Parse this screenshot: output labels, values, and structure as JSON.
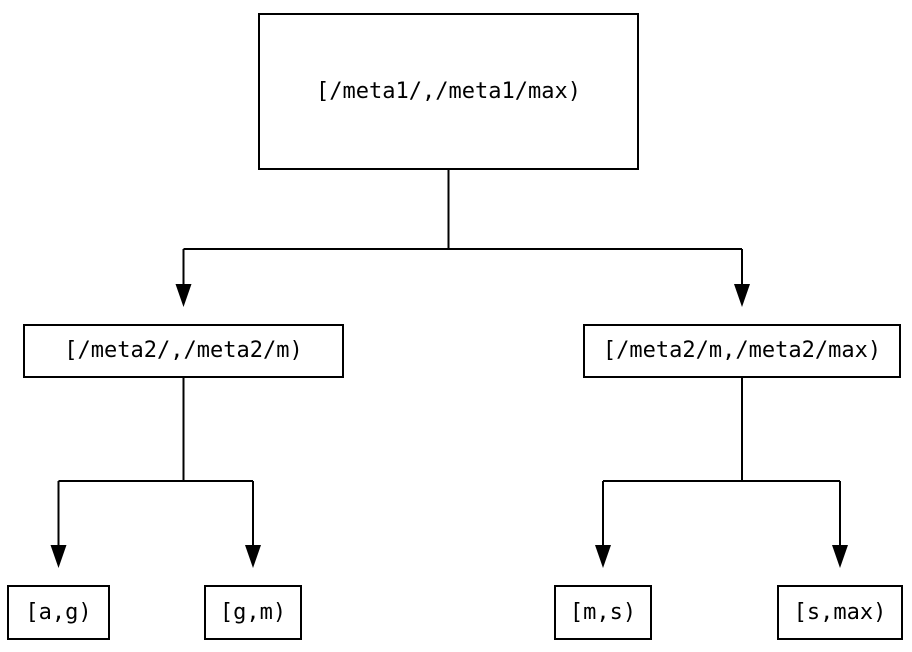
{
  "diagram": {
    "type": "tree",
    "nodes": {
      "root": {
        "label": "[/meta1/,/meta1/max)"
      },
      "meta2l": {
        "label": "[/meta2/,/meta2/m)"
      },
      "meta2r": {
        "label": "[/meta2/m,/meta2/max)"
      },
      "ag": {
        "label": "[a,g)"
      },
      "gm": {
        "label": "[g,m)"
      },
      "ms": {
        "label": "[m,s)"
      },
      "smax": {
        "label": "[s,max)"
      }
    },
    "edges": [
      {
        "from": "root",
        "to": "meta2l"
      },
      {
        "from": "root",
        "to": "meta2r"
      },
      {
        "from": "meta2l",
        "to": "ag"
      },
      {
        "from": "meta2l",
        "to": "gm"
      },
      {
        "from": "meta2r",
        "to": "ms"
      },
      {
        "from": "meta2r",
        "to": "smax"
      }
    ],
    "colors": {
      "background": "#ffffff",
      "line": "#000000",
      "border": "#000000",
      "text": "#000000"
    }
  }
}
